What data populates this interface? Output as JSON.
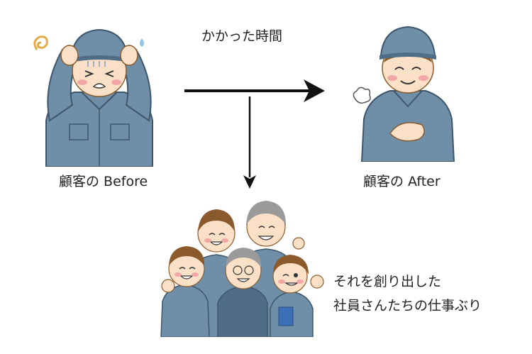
{
  "diagram": {
    "time_label": "かかった時間",
    "before_label": "顧客の Before",
    "after_label": "顧客の After",
    "team_label_line1": "それを創り出した",
    "team_label_line2": "社員さんたちの仕事ぶり"
  },
  "colors": {
    "uniform": "#6f8fa8",
    "uniform_dark": "#4f6d86",
    "skin": "#fbe0c8",
    "cheek": "#f2a7a7",
    "hair_brown": "#8a5a2c",
    "hair_gray": "#9a9a9a",
    "arrow": "#111111",
    "accent_swirl": "#e3a94a"
  },
  "icons": {
    "before_figure": "troubled-worker-illustration",
    "after_figure": "relieved-worker-illustration",
    "team_figure": "smiling-team-illustration"
  }
}
